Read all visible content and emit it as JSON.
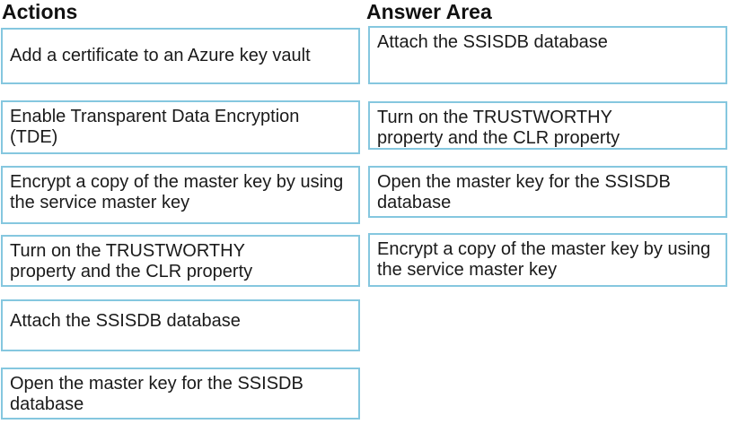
{
  "colors": {
    "box_border": "#85c7df",
    "text": "#1a1a1a",
    "background": "#ffffff"
  },
  "actions": {
    "title": "Actions",
    "items": [
      "Add a certificate to an Azure key vault",
      "Enable Transparent Data Encryption (TDE)",
      "Encrypt a copy of the master key by using the service master key",
      "Turn on the TRUSTWORTHY property and the CLR property",
      "Attach the SSISDB database",
      "Open the master key for the SSISDB database"
    ]
  },
  "answer_area": {
    "title": "Answer Area",
    "items": [
      "Attach the SSISDB database",
      "Turn on the TRUSTWORTHY property and the CLR property",
      "Open the master key for the SSISDB database",
      "Encrypt a copy of the master key by using the service master key"
    ]
  }
}
